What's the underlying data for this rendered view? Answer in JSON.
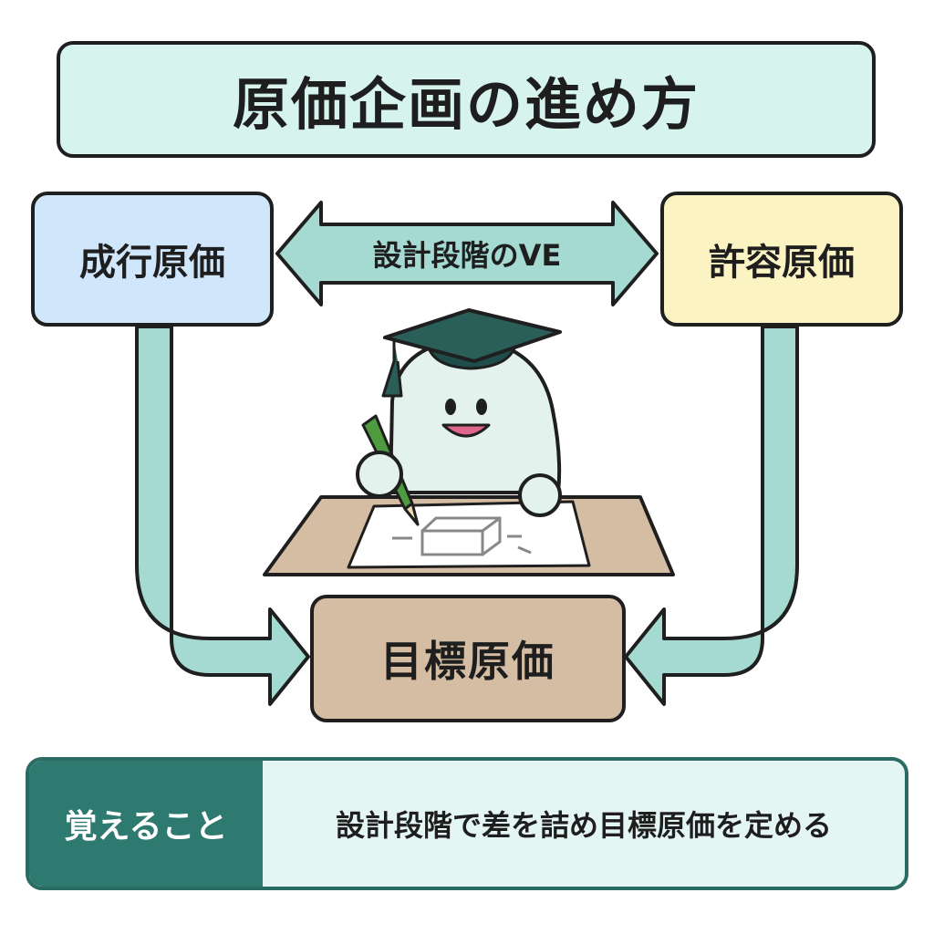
{
  "title": "原価企画の進め方",
  "nodes": {
    "actual_cost": "成行原価",
    "allowable_cost": "許容原価",
    "target_cost": "目標原価"
  },
  "ve_arrow_label": "設計段階のVE",
  "memo": {
    "label": "覚えること",
    "text": "設計段階で差を詰め目標原価を定める"
  },
  "illustration": {
    "subject": "graduation-cap-character-writing-at-desk"
  },
  "colors": {
    "title_bg": "#d6f3ee",
    "actual_bg": "#cfe6fb",
    "allowable_bg": "#fbf3c1",
    "target_bg": "#d5bda3",
    "arrow": "#a4dad2",
    "memo_accent": "#2f7a70"
  }
}
